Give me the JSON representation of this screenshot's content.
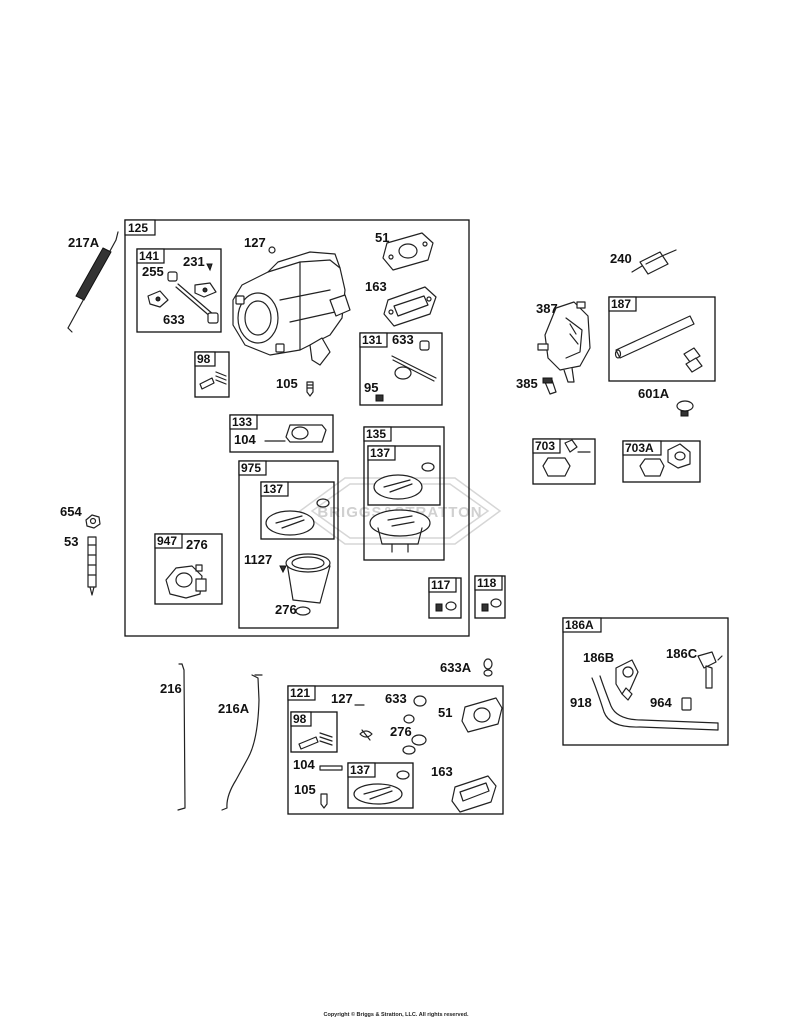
{
  "watermark": "BRIGGS&STRATTON",
  "copyright": "Copyright © Briggs & Stratton, LLC. All rights reserved.",
  "callouts": {
    "c217A": "217A",
    "c127a": "127",
    "c51a": "51",
    "c231": "231",
    "c255": "255",
    "c163a": "163",
    "c633a": "633",
    "c633b": "633",
    "c105a": "105",
    "c95": "95",
    "c104a": "104",
    "c1127": "1127",
    "c276a": "276",
    "c276b": "276",
    "c654": "654",
    "c53": "53",
    "c240": "240",
    "c387": "387",
    "c385": "385",
    "c601A": "601A",
    "c633A": "633A",
    "c216": "216",
    "c216A": "216A",
    "c127b": "127",
    "c633c": "633",
    "c51b": "51",
    "c276c": "276",
    "c104b": "104",
    "c163b": "163",
    "c105b": "105",
    "c186B": "186B",
    "c186C": "186C",
    "c918": "918",
    "c964": "964"
  },
  "kits": {
    "k125": "125",
    "k141": "141",
    "k98a": "98",
    "k131": "131",
    "k133": "133",
    "k135": "135",
    "k137a": "137",
    "k975": "975",
    "k137b": "137",
    "k947": "947",
    "k117": "117",
    "k118": "118",
    "k187": "187",
    "k703": "703",
    "k703A": "703A",
    "k186A": "186A",
    "k121": "121",
    "k98b": "98",
    "k137c": "137"
  }
}
